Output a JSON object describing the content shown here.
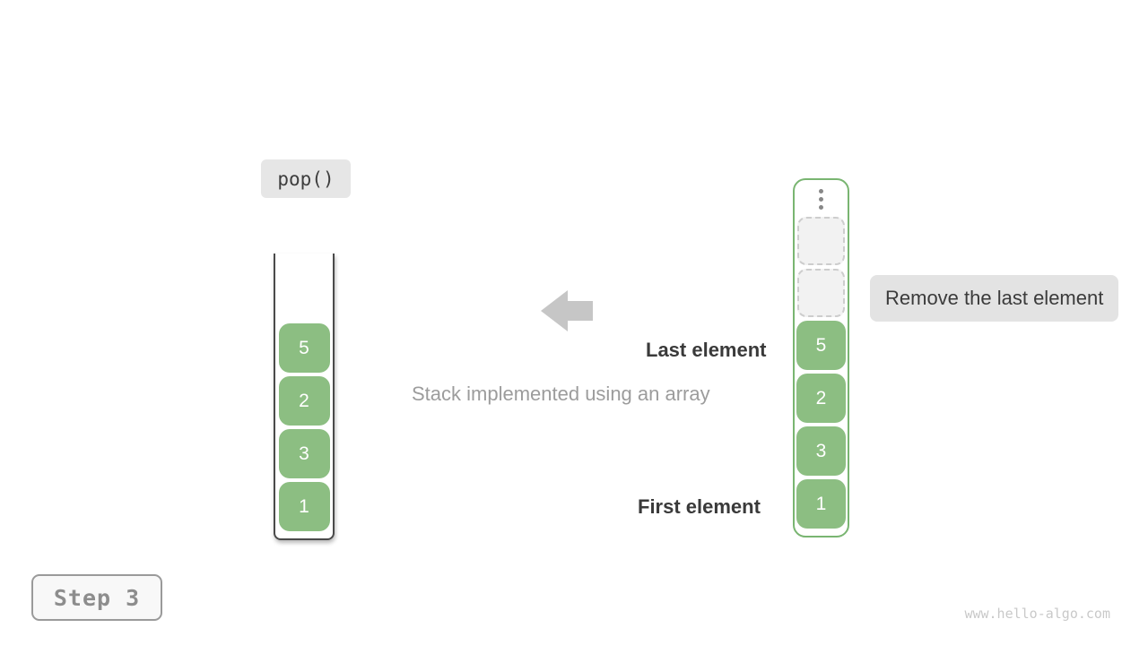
{
  "operation_label": "pop()",
  "step_badge": "Step 3",
  "watermark": "www.hello-algo.com",
  "caption": "Stack implemented using an array",
  "annotations": {
    "last_element": "Last element",
    "first_element": "First element",
    "remove_note": "Remove the last element"
  },
  "stack_left": {
    "values_top_to_bottom": [
      "5",
      "2",
      "3",
      "1"
    ]
  },
  "array_right": {
    "empty_slots": 2,
    "values_top_to_bottom": [
      "5",
      "2",
      "3",
      "1"
    ]
  },
  "colors": {
    "element_green": "#8cbe82",
    "array_border_green": "#79b571",
    "label_gray_bg": "#e3e3e3",
    "dark_text": "#3a3a3a",
    "muted_text": "#9c9c9c",
    "arrow_gray": "#c6c6c6",
    "watermark_gray": "#c9c9c9"
  }
}
